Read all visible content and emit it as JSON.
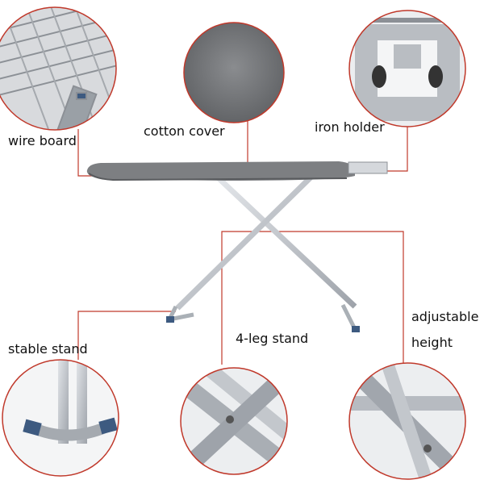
{
  "labels": {
    "wire_board": "wire board",
    "cotton_cover": "cotton cover",
    "iron_holder": "iron holder",
    "stable_stand": "stable stand",
    "four_leg_stand": "4-leg stand",
    "adjustable": "adjustable",
    "height": "height"
  },
  "colors": {
    "callout_line": "#c0392b",
    "board_cover": "#7d7f82",
    "frame": "#b8bcc2",
    "foot_cap": "#3d5a80"
  }
}
